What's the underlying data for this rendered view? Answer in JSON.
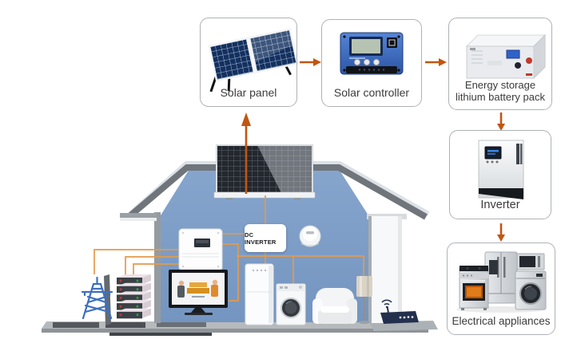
{
  "diagram": {
    "flow": {
      "boxes": [
        {
          "id": "solar-panel",
          "label": "Solar panel"
        },
        {
          "id": "solar-controller",
          "label": "Solar controller"
        },
        {
          "id": "energy-storage",
          "label": "Energy storage lithium battery pack"
        },
        {
          "id": "inverter",
          "label": "Inverter"
        },
        {
          "id": "electrical-appliances",
          "label": "Electrical appliances"
        }
      ],
      "connections": [
        {
          "from": "solar-panel",
          "to": "solar-controller"
        },
        {
          "from": "solar-controller",
          "to": "energy-storage"
        },
        {
          "from": "energy-storage",
          "to": "inverter"
        },
        {
          "from": "inverter",
          "to": "electrical-appliances"
        },
        {
          "from": "house-rooftop-panel",
          "to": "solar-panel"
        }
      ]
    },
    "house": {
      "dc_inverter_label": "DC INVERTER",
      "items": [
        "rooftop-solar-panel",
        "wall-inverter",
        "dc-inverter-box",
        "smoke-detector",
        "television",
        "refrigerator",
        "washing-machine",
        "armchair",
        "floor-lamp",
        "wifi-router",
        "battery-rack",
        "power-grid-tower"
      ]
    },
    "colors": {
      "flow_arrow": "#c05612",
      "wire": "#e49a4a",
      "house_wall_blue": "#7b9dc6",
      "roof_gray": "#6f757b",
      "box_border": "#aeb2b6",
      "label_text": "#3b3b3b"
    }
  }
}
